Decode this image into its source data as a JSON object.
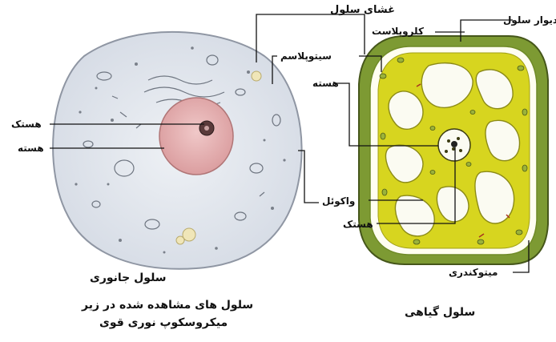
{
  "diagram": {
    "animal_cell": {
      "title": "سلول جانوری",
      "caption_line1": "سلول های مشاهده شده در زیر",
      "caption_line2": "میکروسکوپ نوری قوی",
      "labels": {
        "nucleolus": "هستک",
        "nucleus": "هسته"
      }
    },
    "plant_cell": {
      "title": "سلول گیاهی",
      "labels": {
        "cell_membrane": "غشای سلول",
        "chloroplast": "کلروپلاست",
        "cell_wall": "دیوار سلول",
        "cytoplasm": "سیتوپلاسم",
        "nucleus": "هسته",
        "vacuole": "واکوئل",
        "nucleolus": "هستک",
        "mitochondria": "میتوکندری"
      }
    },
    "colors": {
      "animal_cytoplasm": "#dfe4ec",
      "animal_nucleus": "#e6b3b4",
      "plant_wall": "#7d9a33",
      "plant_cytoplasm": "#d7d51f",
      "vacuole": "#fbfbf2",
      "leader_line": "#111111"
    }
  }
}
